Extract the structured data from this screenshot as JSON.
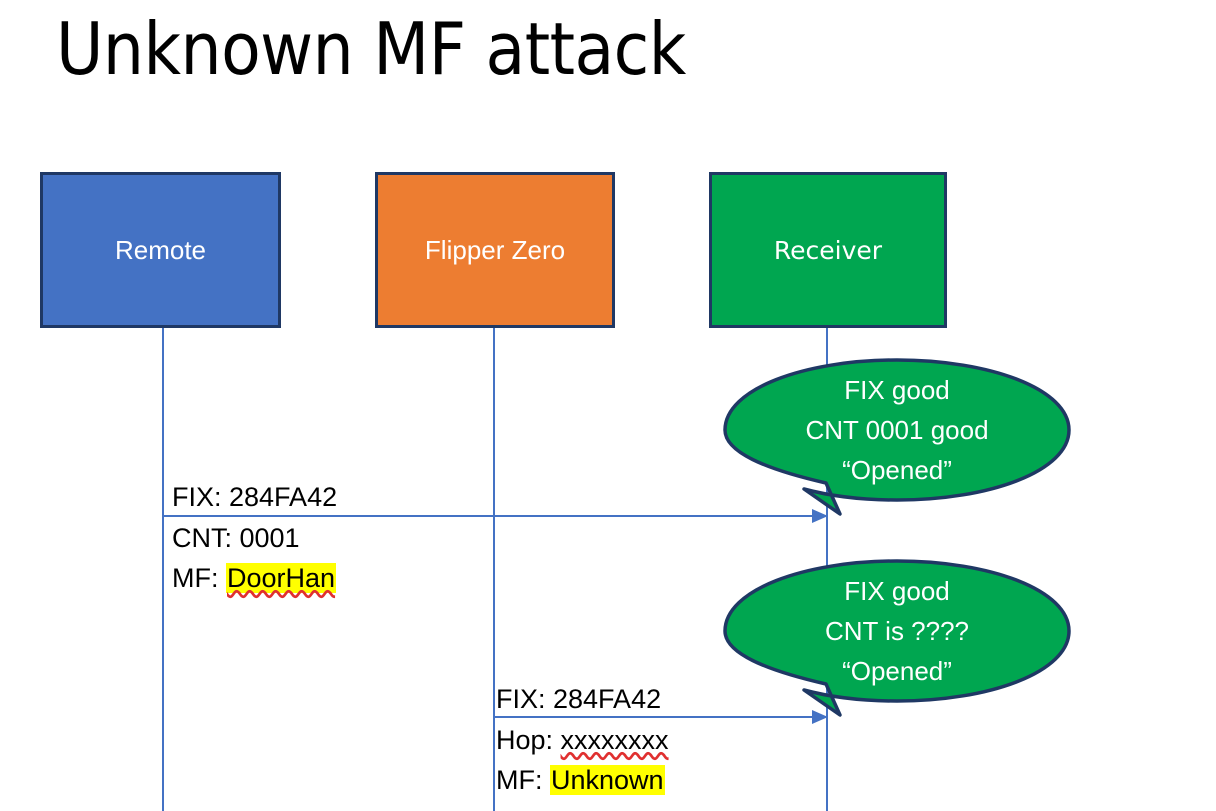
{
  "slide": {
    "title": "Unknown MF attack",
    "background": "#FFFFFF"
  },
  "colors": {
    "remote_box": "#4472C4",
    "flipper_box": "#ED7D31",
    "receiver_box": "#00A650",
    "box_border": "#1F3864",
    "lifeline": "#4472C4",
    "arrow": "#4472C4",
    "highlight": "#FFFF00",
    "spellcheck_underline": "#E03030",
    "callout_fill": "#00A650",
    "callout_border": "#1F3864",
    "callout_text": "#FFFFFF"
  },
  "actors": [
    {
      "id": "remote",
      "label": "Remote"
    },
    {
      "id": "flipper",
      "label": "Flipper Zero"
    },
    {
      "id": "receiver",
      "label": "Receiver"
    }
  ],
  "messages": [
    {
      "id": "remote-to-receiver",
      "from": "remote",
      "to": "receiver",
      "line1": "FIX: 284FA42",
      "line2_label": "CNT: ",
      "line2_value": "0001",
      "line3_label": "MF: ",
      "line3_value": "DoorHan",
      "line3_highlighted": true,
      "line3_spellchecked": true
    },
    {
      "id": "flipper-to-receiver",
      "from": "flipper",
      "to": "receiver",
      "line1": "FIX: 284FA42",
      "line2_label": "Hop: ",
      "line2_value": "xxxxxxxx",
      "line2_spellchecked": true,
      "line3_label": "MF: ",
      "line3_value": "Unknown",
      "line3_highlighted": true
    }
  ],
  "callouts": [
    {
      "id": "callout-1",
      "line1": "FIX good",
      "line2": "CNT 0001 good",
      "line3": "“Opened”"
    },
    {
      "id": "callout-2",
      "line1": "FIX good",
      "line2": "CNT is ????",
      "line3": "“Opened”"
    }
  ]
}
